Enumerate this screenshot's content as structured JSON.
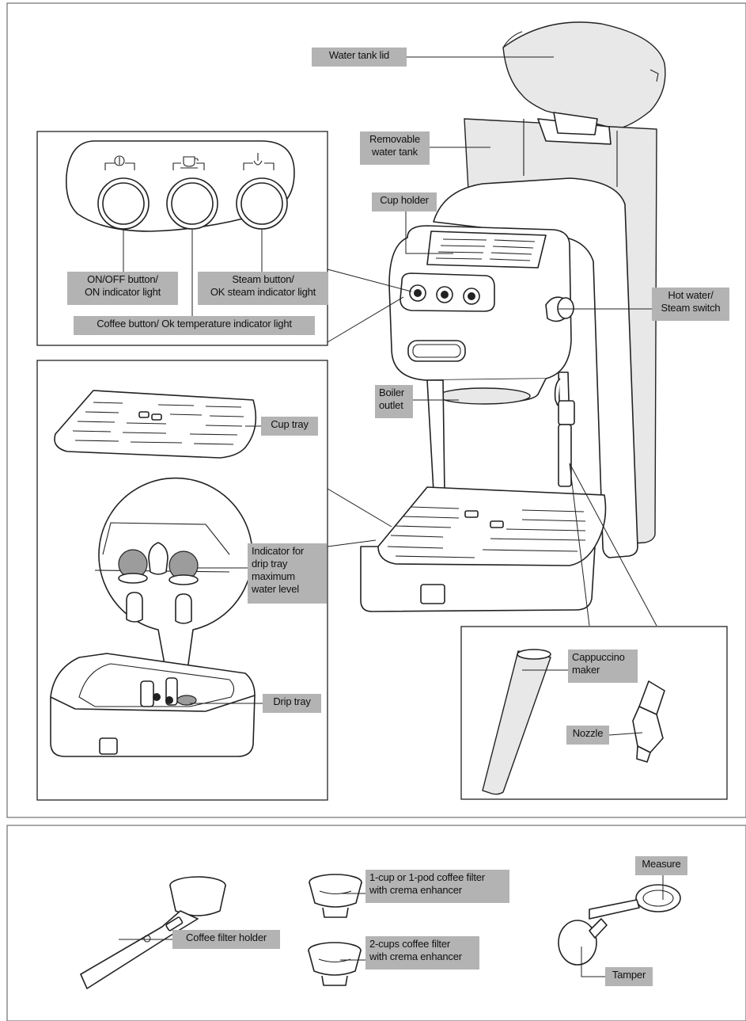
{
  "labels": {
    "water_tank_lid": [
      "Water tank lid"
    ],
    "removable_water_tank": [
      "Removable",
      "water tank"
    ],
    "cup_holder": [
      "Cup holder"
    ],
    "on_off_button": [
      "ON/OFF button/",
      "ON indicator light"
    ],
    "steam_button": [
      "Steam button/",
      "OK steam indicator light"
    ],
    "coffee_button": [
      "Coffee button/ Ok temperature indicator light"
    ],
    "hot_water_switch": [
      "Hot water/",
      "Steam switch"
    ],
    "boiler_outlet": [
      "Boiler",
      "outlet"
    ],
    "cup_tray": [
      "Cup tray"
    ],
    "drip_indicator": [
      "Indicator for",
      "drip tray",
      "maximum",
      "water level"
    ],
    "drip_tray": [
      "Drip tray"
    ],
    "cappuccino_maker": [
      "Cappuccino",
      "maker"
    ],
    "nozzle": [
      "Nozzle"
    ],
    "filter_holder": [
      "Coffee filter holder"
    ],
    "one_cup_filter": [
      "1-cup or 1-pod coffee filter",
      "with crema enhancer"
    ],
    "two_cup_filter": [
      "2-cups  coffee filter",
      "with crema enhancer"
    ],
    "measure": [
      "Measure"
    ],
    "tamper": [
      "Tamper"
    ]
  },
  "colors": {
    "label_bg": "#b3b3b3",
    "stroke": "#222222",
    "frame": "#6e6e6e"
  }
}
